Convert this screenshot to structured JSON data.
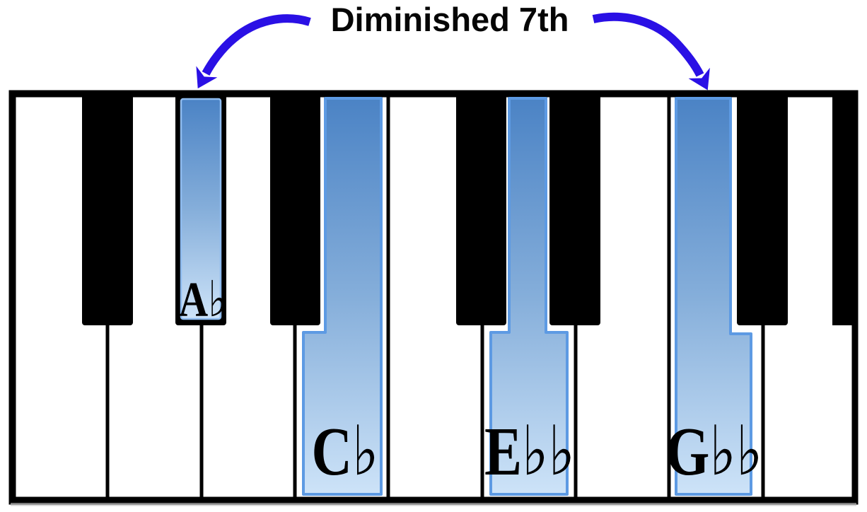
{
  "title": {
    "label": "Diminished 7th"
  },
  "chord": {
    "name": "Diminished 7th",
    "notes": [
      {
        "label": "A♭",
        "key_type": "black"
      },
      {
        "label": "C♭",
        "key_type": "white"
      },
      {
        "label": "E♭♭",
        "key_type": "white"
      },
      {
        "label": "G♭♭",
        "key_type": "white"
      }
    ]
  },
  "keyboard": {
    "white_keys": 9,
    "black_keys": 7,
    "highlighted_keys": 4
  },
  "colors": {
    "arrow": "#2a10e5",
    "highlight_top": "#4b83c5",
    "highlight_mid": "#85aeda",
    "highlight_bottom": "#cde3f8",
    "highlight_outline": "#5d9ae3",
    "highlight_inner_outline": "#8fbcf0",
    "key_black": "#000000",
    "key_white": "#ffffff",
    "shadow_gray": "#bfbfbf"
  }
}
